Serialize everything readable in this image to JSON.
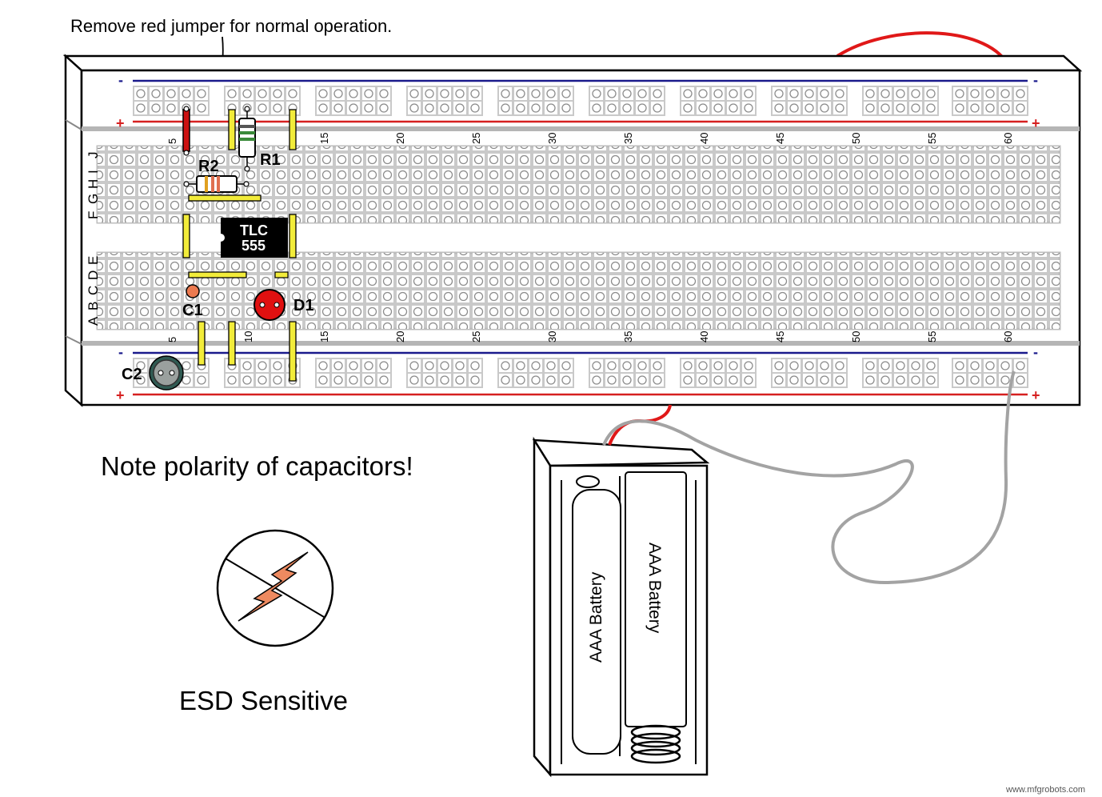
{
  "notes": {
    "jumper_note": "Remove red jumper for normal operation.",
    "polarity_note": "Note polarity of capacitors!",
    "esd_label": "ESD Sensitive",
    "watermark": "www.mfgrobots.com"
  },
  "breadboard": {
    "rail_minus": "-",
    "rail_plus": "+",
    "row_letters_top": [
      "J",
      "I",
      "H",
      "G",
      "F"
    ],
    "row_letters_bottom": [
      "E",
      "D",
      "C",
      "B",
      "A"
    ],
    "column_numbers": [
      "5",
      "10",
      "15",
      "20",
      "25",
      "30",
      "35",
      "40",
      "45",
      "50",
      "55",
      "60"
    ],
    "columns": 63
  },
  "components": {
    "ic_line1": "TLC",
    "ic_line2": "555",
    "r1": "R1",
    "r2": "R2",
    "c1": "C1",
    "c2": "C2",
    "d1": "D1"
  },
  "battery_holder": {
    "battery_left": "AAA Battery",
    "battery_right": "AAA Battery"
  },
  "colors": {
    "rail_red": "#d62020",
    "rail_blue": "#1a1a8c",
    "jumper_red": "#cc1111",
    "jumper_yellow": "#f2ec3a",
    "led_red": "#e01010",
    "cap_orange": "#ec7a50",
    "wire_gray": "#a3a3a3",
    "esd_orange": "#ee8a60"
  },
  "icons": [
    "esd-warning-icon",
    "lightning-bolt-icon"
  ]
}
